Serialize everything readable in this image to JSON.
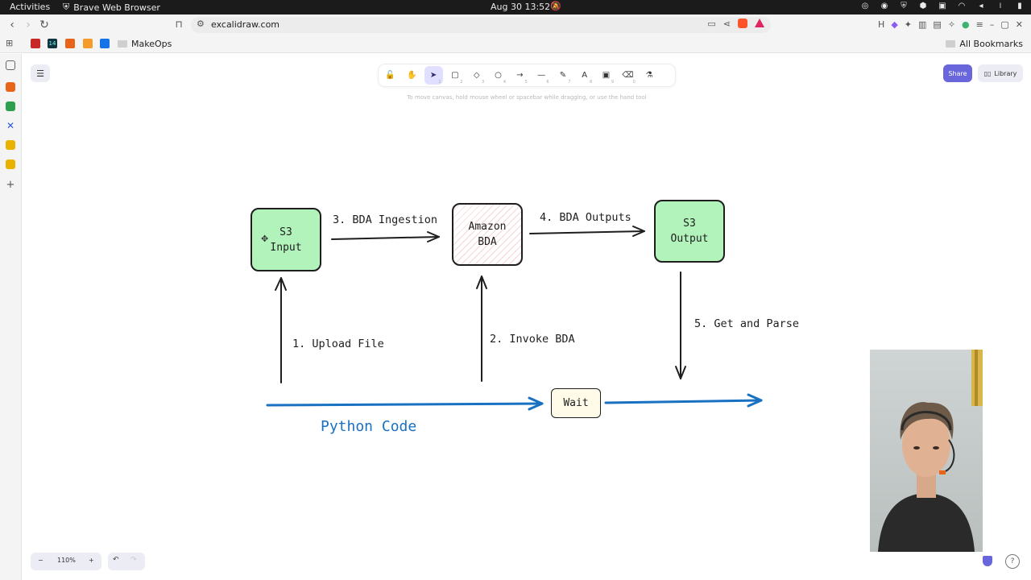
{
  "system_bar": {
    "activities": "Activities",
    "app_name": "Brave Web Browser",
    "clock": "Aug 30  13:52"
  },
  "browser": {
    "url": "excalidraw.com",
    "bookmarks": {
      "folder": "MakeOps",
      "all": "All Bookmarks",
      "badge": "14"
    }
  },
  "excalidraw": {
    "toolbar_hint": "To move canvas, hold mouse wheel or spacebar while dragging, or use the hand tool",
    "share_label": "Share",
    "library_label": "Library",
    "zoom_level": "110%",
    "tools": [
      {
        "name": "lock-tool",
        "glyph": "🔓",
        "key": ""
      },
      {
        "name": "hand-tool",
        "glyph": "✋",
        "key": ""
      },
      {
        "name": "selection-tool",
        "glyph": "➤",
        "key": "1"
      },
      {
        "name": "rectangle-tool",
        "glyph": "▢",
        "key": "2"
      },
      {
        "name": "diamond-tool",
        "glyph": "◇",
        "key": "3"
      },
      {
        "name": "ellipse-tool",
        "glyph": "○",
        "key": "4"
      },
      {
        "name": "arrow-tool",
        "glyph": "→",
        "key": "5"
      },
      {
        "name": "line-tool",
        "glyph": "—",
        "key": "6"
      },
      {
        "name": "draw-tool",
        "glyph": "✎",
        "key": "7"
      },
      {
        "name": "text-tool",
        "glyph": "A",
        "key": "8"
      },
      {
        "name": "image-tool",
        "glyph": "▣",
        "key": "9"
      },
      {
        "name": "eraser-tool",
        "glyph": "⌫",
        "key": "0"
      },
      {
        "name": "more-tools",
        "glyph": "⚗",
        "key": ""
      }
    ]
  },
  "diagram": {
    "nodes": {
      "s3_input": "S3\nInput",
      "amazon_bda": "Amazon\nBDA",
      "s3_output": "S3\nOutput",
      "wait": "Wait"
    },
    "edge_labels": {
      "upload": "1. Upload File",
      "invoke": "2. Invoke BDA",
      "ingestion": "3. BDA Ingestion",
      "outputs": "4. BDA Outputs",
      "parse": "5. Get and Parse"
    },
    "code_label": "Python Code",
    "colors": {
      "node_fill": "#b2f2bb",
      "stroke": "#1e1e1e",
      "code_blue": "#1971c2",
      "hatch_red": "#f6d6d6"
    }
  }
}
